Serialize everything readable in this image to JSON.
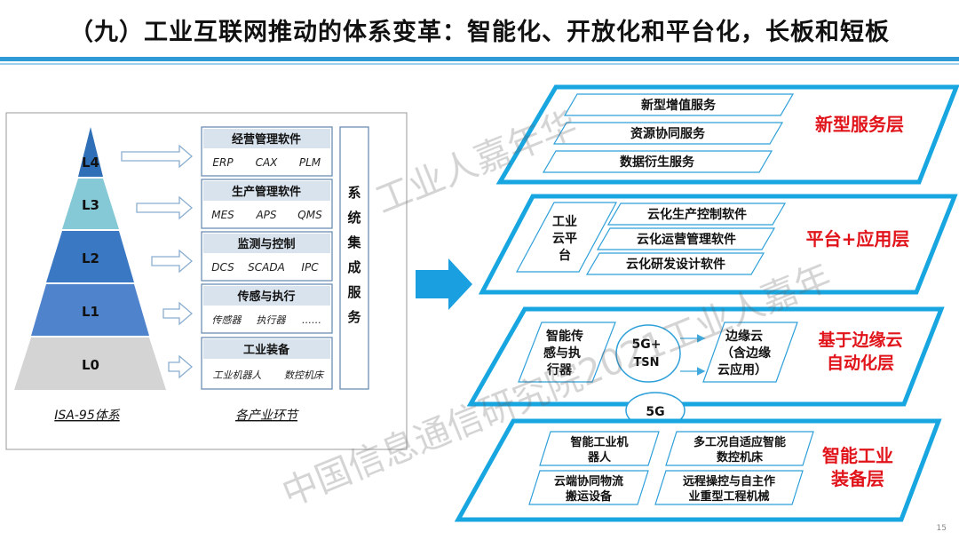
{
  "title": "（九）工业互联网推动的体系变革：智能化、开放化和平台化，长板和短板",
  "left": {
    "pyramid_levels": [
      "L4",
      "L3",
      "L2",
      "L1",
      "L0"
    ],
    "caption_left": "ISA-95体系",
    "caption_right": "各产业环节",
    "boxes": [
      {
        "title": "经营管理软件",
        "items": [
          "ERP",
          "CAX",
          "PLM"
        ]
      },
      {
        "title": "生产管理软件",
        "items": [
          "MES",
          "APS",
          "QMS"
        ]
      },
      {
        "title": "监测与控制",
        "items": [
          "DCS",
          "SCADA",
          "IPC"
        ]
      },
      {
        "title": "传感与执行",
        "items": [
          "传感器",
          "执行器",
          "……"
        ]
      },
      {
        "title": "工业装备",
        "items": [
          "工业机器人",
          "数控机床"
        ]
      }
    ],
    "integration_chars": [
      "系",
      "统",
      "集",
      "成",
      "服",
      "务"
    ]
  },
  "right": {
    "layer1": {
      "label": "新型服务层",
      "items": [
        "新型增值服务",
        "资源协同服务",
        "数据衍生服务"
      ]
    },
    "layer2": {
      "label": "平台+应用层",
      "platform_lines": [
        "工业",
        "云平",
        "台"
      ],
      "items": [
        "云化生产控制软件",
        "云化运营管理软件",
        "云化研发设计软件"
      ]
    },
    "layer3": {
      "label_lines": [
        "基于边缘云",
        "自动化层"
      ],
      "left_lines": [
        "智能传",
        "感与执",
        "行器"
      ],
      "circle_lines": [
        "5G+",
        "TSN"
      ],
      "right_lines": [
        "边缘云",
        "（含边缘",
        "云应用）"
      ]
    },
    "connector": "5G",
    "layer4": {
      "label_lines": [
        "智能工业",
        "装备层"
      ],
      "items": [
        [
          "智能工业机",
          "器人"
        ],
        [
          "多工况自适应智能",
          "数控机床"
        ],
        [
          "云端协同物流",
          "搬运设备"
        ],
        [
          "远程操控与自主作",
          "业重型工程机械"
        ]
      ]
    }
  },
  "watermark_lines": [
    "工业人嘉年华",
    "中国信息通信研究院2021工业人嘉年"
  ],
  "page_number": "15",
  "colors": {
    "accent": "#2f9ad6",
    "red": "#e0141a",
    "l4": "#2e6fb7",
    "l3": "#86c9d6",
    "l2": "#3b78c3",
    "l1": "#4f83cc",
    "l0": "#d4d4d4"
  }
}
